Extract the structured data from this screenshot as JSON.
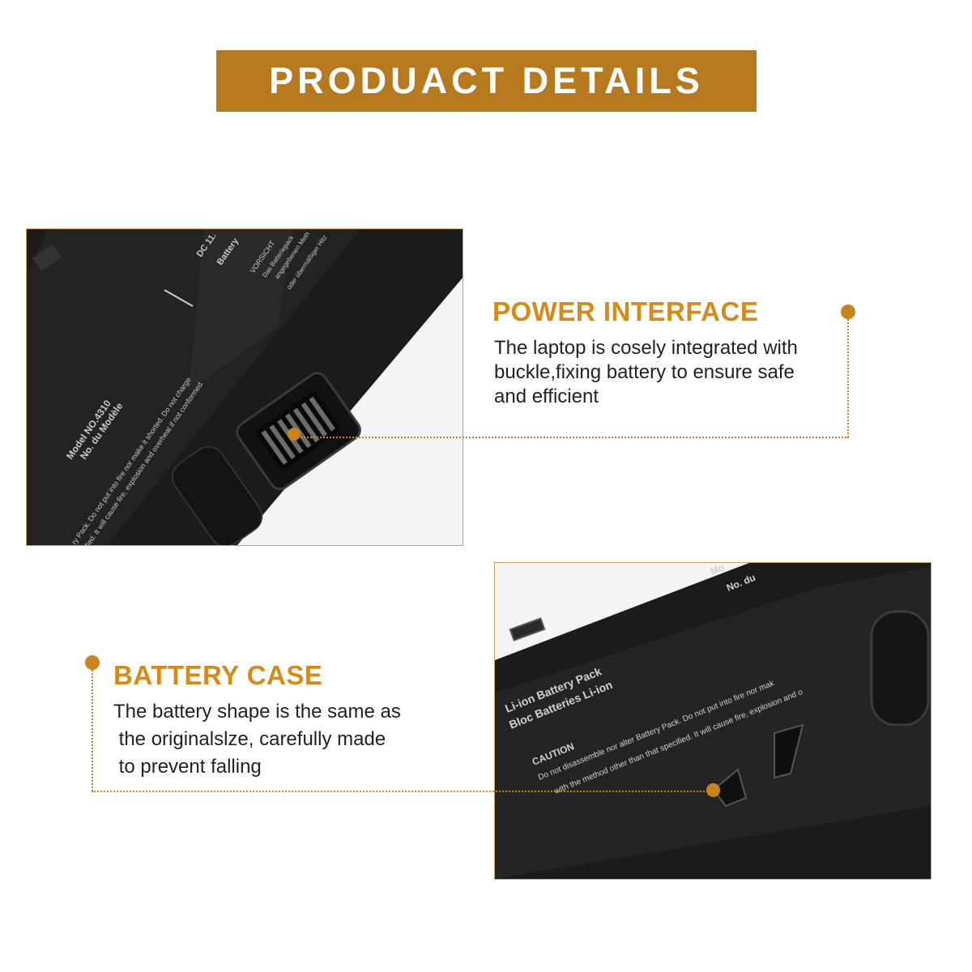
{
  "banner": {
    "title": "PRODUACT DETAILS"
  },
  "sections": [
    {
      "heading": "POWER INTERFACE",
      "lines": [
        "The laptop is cosely integrated with",
        "buckle,fixing battery to ensure safe",
        "and efficient"
      ]
    },
    {
      "heading": "BATTERY CASE",
      "lines": [
        "The battery shape is the same as",
        " the originalslze, carefully made",
        " to prevent falling"
      ]
    }
  ],
  "photo1": {
    "texts": [
      "Model NO.4310",
      "No. du Modèle",
      "DC 11.",
      "Battery",
      "VORSICHT",
      "Das Batteriepack",
      "angegebenen Meth",
      "oder übermäßiger Hitz",
      "ry Pack. Do not put into fire nor make it shorted. Do not charge",
      "ified. It will cause fire, explosion and overheat if not conformed."
    ]
  },
  "photo2": {
    "texts": [
      "Li-ion Battery Pack",
      "Bloc Batteries Li-ion",
      "CAUTION",
      "Do not disassemble nor alter Battery Pack. Do not put into fire nor mak",
      "with the method other than that specified. It will cause fire, explosion and o",
      "Mo",
      "No. du"
    ]
  },
  "colors": {
    "accent": "#b7791e",
    "heading": "#d68a17",
    "battery": "#1b1b1b"
  }
}
